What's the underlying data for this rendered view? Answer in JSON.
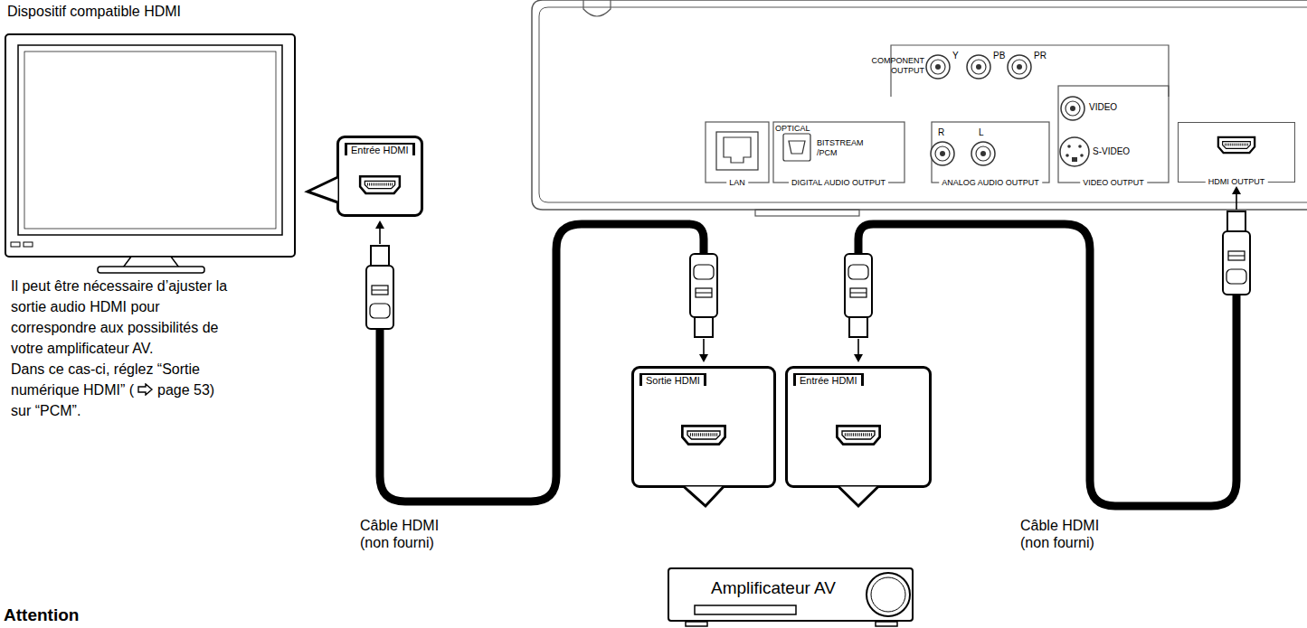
{
  "diagram": {
    "nodes": [
      {
        "text": [
          "Entrée HDMI"
        ]
      },
      {
        "text": [
          "Amplificateur AV"
        ]
      },
      {
        "text": [
          "Sortie HDMI"
        ]
      },
      {
        "text": [
          "Entrée HDMI"
        ]
      },
      {
        "text": [
          "HDMI OUTPUT"
        ]
      }
    ],
    "edges": [
      {
        "from": 2,
        "to": 0,
        "arrow": "both"
      },
      {
        "from": 3,
        "to": 4,
        "arrow": "both"
      }
    ],
    "labels": [
      "Dispositif compatible HDMI",
      "Il peut être nécessaire d’ajuster la sortie audio HDMI pour correspondre aux possibilités de votre amplificateur AV.",
      "Dans ce cas-ci, réglez “Sortie numérique HDMI” (",
      "page 53) sur “PCM”.",
      "Câble HDMI (non fourni)",
      "Câble HDMI (non fourni)",
      "COMPONENT OUTPUT",
      "Y",
      "PB",
      "PR",
      "VIDEO",
      "S-VIDEO",
      "OPTICAL",
      "BITSTREAM /PCM",
      "LAN",
      "DIGITAL AUDIO OUTPUT",
      "R",
      "L",
      "ANALOG AUDIO OUTPUT",
      "VIDEO OUTPUT",
      "Attention"
    ]
  }
}
